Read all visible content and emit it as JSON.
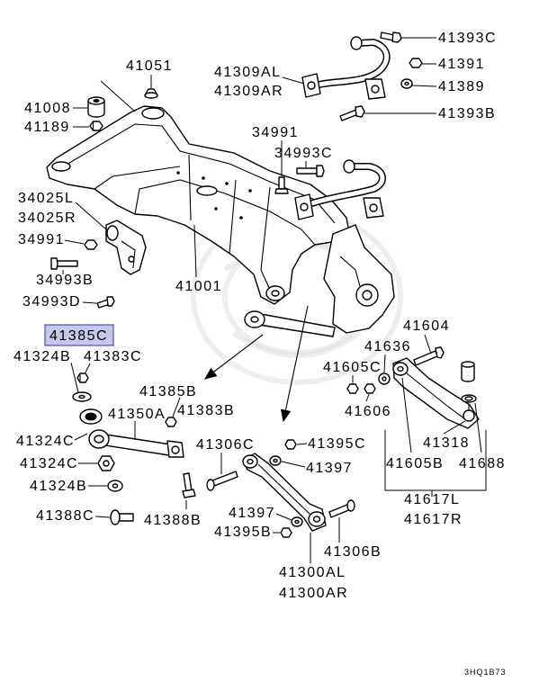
{
  "diagram": {
    "callouts": [
      "41051",
      "41008",
      "41189",
      "41309AL",
      "41309AR",
      "41393C",
      "41391",
      "41389",
      "41393B",
      "34991",
      "34993C",
      "34025L",
      "34025R",
      "34991",
      "34993B",
      "34993D",
      "41001",
      "41385C",
      "41324B",
      "41383C",
      "41604",
      "41636",
      "41605C",
      "41385B",
      "41350A",
      "41383B",
      "41606",
      "41324C",
      "41306C",
      "41395C",
      "41318",
      "41324C",
      "41397",
      "41605B",
      "41688",
      "41324B",
      "41617L",
      "41617R",
      "41388C",
      "41388B",
      "41397",
      "41395B",
      "41306B",
      "41300AL",
      "41300AR"
    ],
    "figure_code": "3HQ1B73"
  },
  "colors": {
    "highlight_fill": "#c6c6ef",
    "highlight_border": "#34349a",
    "line": "#000000"
  }
}
